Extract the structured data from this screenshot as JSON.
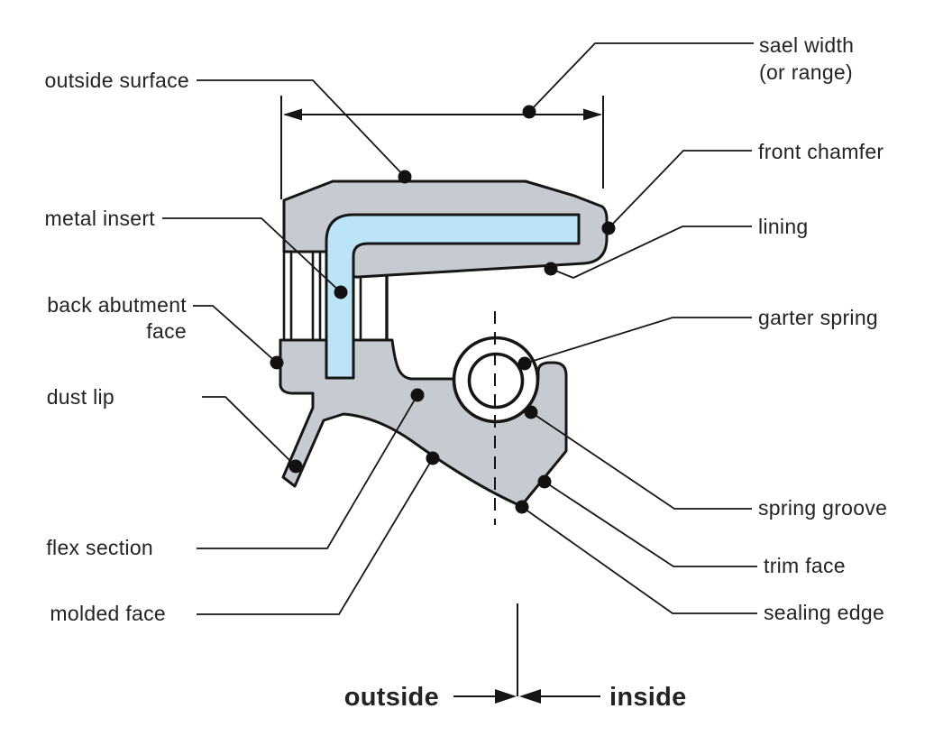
{
  "diagram": {
    "subject": "oil seal cross-section diagram",
    "colors": {
      "body_fill": "#c6cad1",
      "metal_insert_fill": "#bce4f8",
      "outline": "#161616",
      "label_text": "#232323",
      "background": "#ffffff"
    },
    "labels": {
      "seal_width_line1": "sael width",
      "seal_width_line2": "(or range)",
      "outside_surface": "outside surface",
      "front_chamfer": "front chamfer",
      "lining": "lining",
      "metal_insert": "metal insert",
      "back_abutment_line1": "back abutment",
      "back_abutment_line2": "face",
      "garter_spring": "garter spring",
      "dust_lip": "dust lip",
      "spring_groove": "spring groove",
      "flex_section": "flex section",
      "trim_face": "trim face",
      "molded_face": "molded face",
      "sealing_edge": "sealing edge"
    },
    "orientation_markers": {
      "outside": "outside",
      "inside": "inside"
    }
  }
}
